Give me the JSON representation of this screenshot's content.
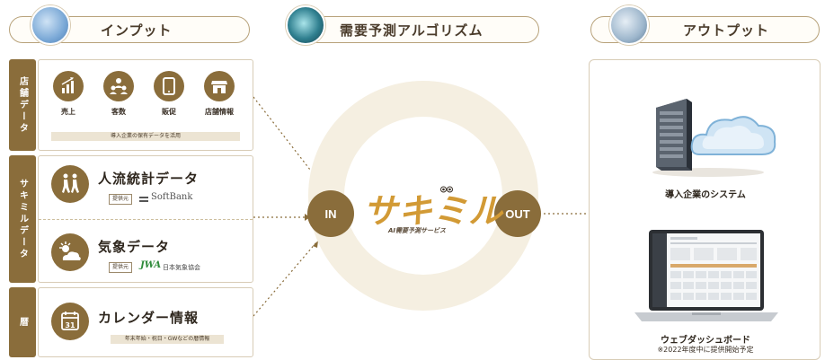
{
  "headers": {
    "input": "インプット",
    "algorithm": "需要予測アルゴリズム",
    "output": "アウトプット"
  },
  "input_groups": {
    "store": {
      "tab": "店舗データ",
      "items": [
        {
          "label": "売上",
          "icon": "bar-chart-icon"
        },
        {
          "label": "客数",
          "icon": "people-icon"
        },
        {
          "label": "販促",
          "icon": "tablet-icon"
        },
        {
          "label": "店舗情報",
          "icon": "storefront-icon"
        }
      ],
      "note": "導入企業の保有データを活用"
    },
    "sakimiru": {
      "tab": "サキミルデータ",
      "people_flow": {
        "title": "人流統計データ",
        "tag": "提供元",
        "provider": "SoftBank"
      },
      "weather": {
        "title": "気象データ",
        "tag": "提供元",
        "provider": "日本気象協会",
        "provider_logo": "JWA"
      }
    },
    "calendar": {
      "tab": "暦",
      "title": "カレンダー情報",
      "icon_day": "31",
      "note": "年末年始・祝日・GWなどの暦情報"
    }
  },
  "center": {
    "in_label": "IN",
    "out_label": "OUT",
    "logo": "サキミル",
    "subtitle": "AI需要予測サービス"
  },
  "outputs": {
    "system": {
      "label": "導入企業のシステム"
    },
    "dashboard": {
      "label": "ウェブダッシュボード",
      "note": "※2022年度中に提供開始予定"
    }
  },
  "colors": {
    "accent": "#8a6d3b",
    "logo": "#d29a35",
    "ring": "#f5efe1",
    "border": "#d8ccb6"
  }
}
